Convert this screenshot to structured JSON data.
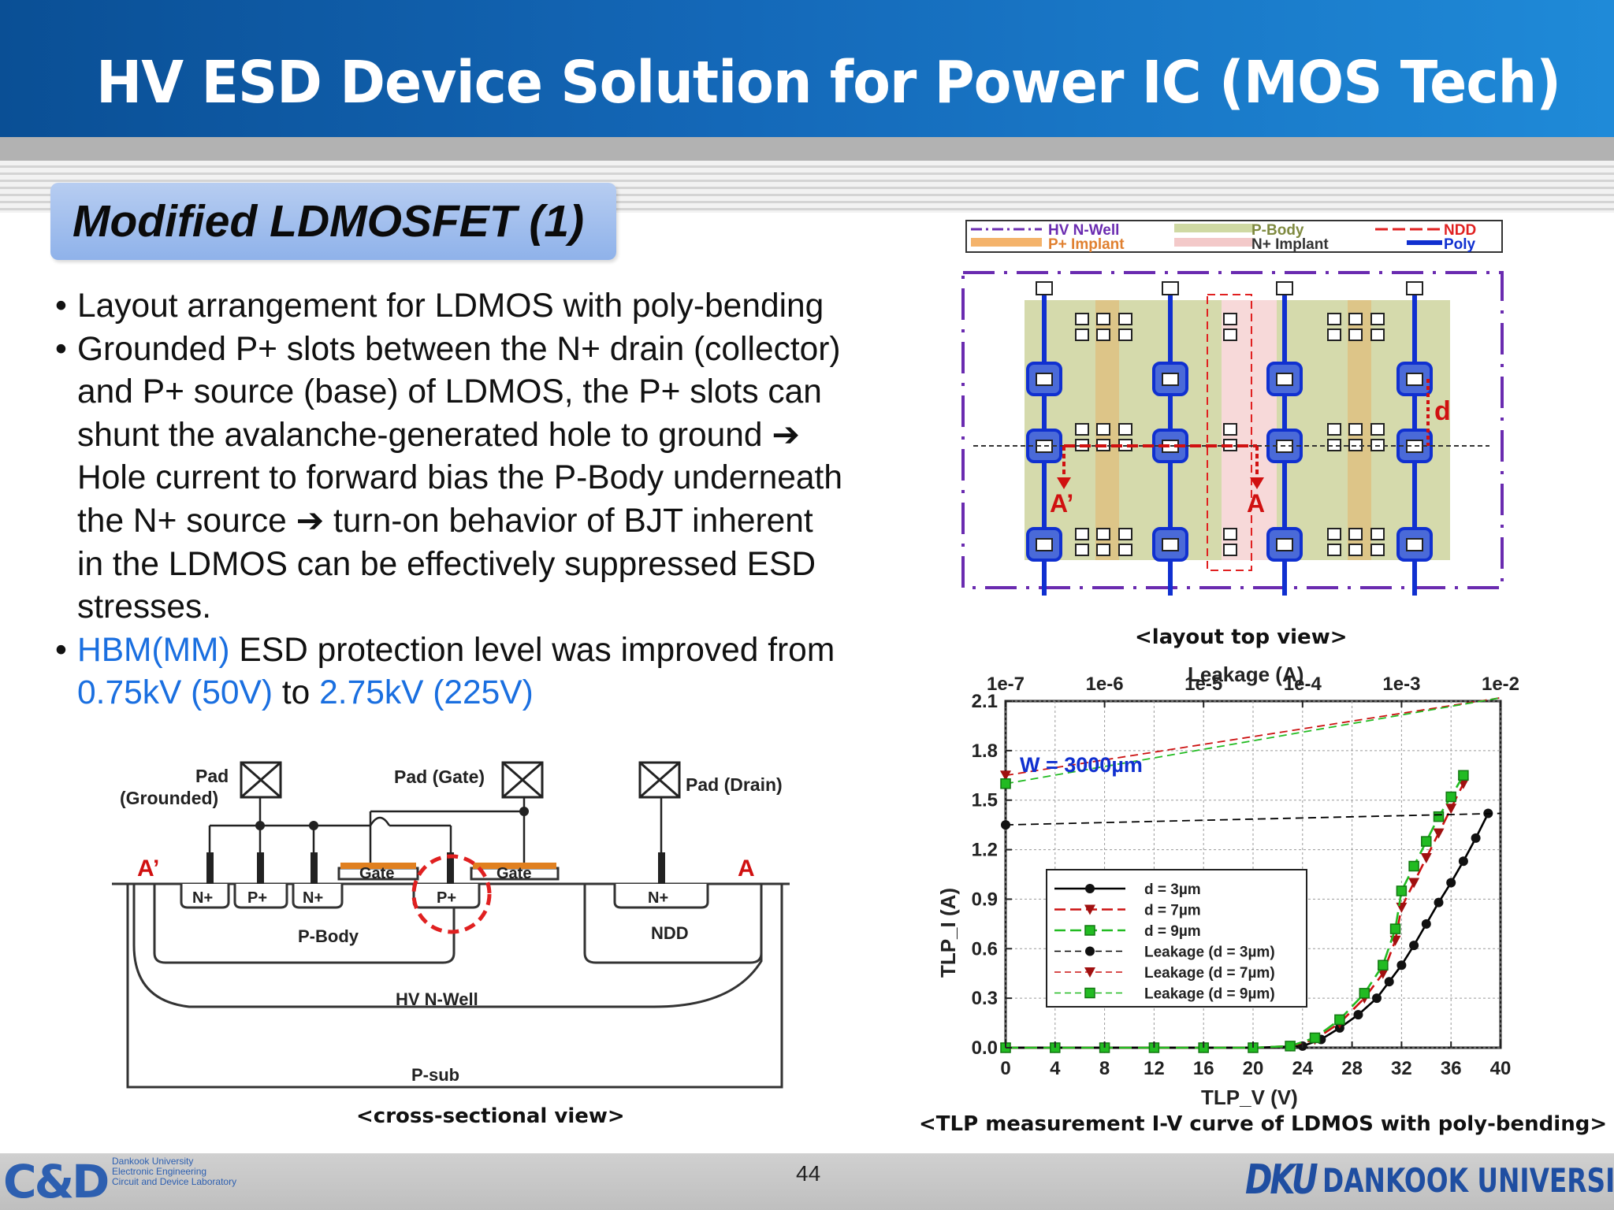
{
  "header": {
    "title": "HV ESD Device Solution for Power IC (MOS Tech)"
  },
  "section": {
    "subtitle": "Modified LDMOSFET (1)"
  },
  "bullets": {
    "b1": "Layout arrangement for LDMOS with poly-bending",
    "b2_lines": [
      "Grounded P+ slots between the N+ drain (collector)",
      "and P+ source (base) of LDMOS, the P+ slots can",
      "shunt the avalanche-generated hole to ground ➔",
      "Hole current to forward bias the P-Body underneath",
      "the N+ source ➔ turn-on behavior of BJT inherent",
      "in the LDMOS can be effectively suppressed ESD",
      "stresses."
    ],
    "b3_hbm": "HBM(MM)",
    "b3_text": " ESD protection level was improved from",
    "b3_from": "0.75kV (50V)",
    "b3_to_word": " to ",
    "b3_to": "2.75kV (225V)"
  },
  "layout_fig": {
    "legend": {
      "hv_nwell": "HV N-Well",
      "p_body": "P-Body",
      "ndd": "NDD",
      "p_implant": "P+ Implant",
      "n_implant": "N+ Implant",
      "poly": "Poly"
    },
    "label_a": "A",
    "label_a_prime": "A’",
    "label_d": "d",
    "caption": "<layout top view>"
  },
  "cross_fig": {
    "pad_grounded": "Pad",
    "pad_grounded_sub": "(Grounded)",
    "pad_gate": "Pad (Gate)",
    "pad_drain": "Pad (Drain)",
    "a_prime": "A’",
    "a": "A",
    "n_plus": "N+",
    "p_plus": "P+",
    "gate": "Gate",
    "p_body": "P-Body",
    "ndd": "NDD",
    "hv_nwell": "HV N-Well",
    "p_sub": "P-sub",
    "caption": "<cross-sectional view>"
  },
  "chart_data": {
    "type": "line",
    "title": "",
    "xlabel": "TLP_V (V)",
    "ylabel": "TLP_I (A)",
    "x2label": "Leakage (A)",
    "annotation": "W = 3000µm",
    "xlim": [
      0,
      40
    ],
    "ylim": [
      0,
      2.1
    ],
    "x_ticks": [
      0,
      4,
      8,
      12,
      16,
      20,
      24,
      28,
      32,
      36,
      40
    ],
    "y_ticks": [
      0.0,
      0.3,
      0.6,
      0.9,
      1.2,
      1.5,
      1.8,
      2.1
    ],
    "y_tick_labels": [
      "0.0",
      "0.3",
      "0.6",
      "0.9",
      "1.2",
      "1.5",
      "1.8",
      "2.1"
    ],
    "x2_ticks": [
      "1e-7",
      "1e-6",
      "1e-5",
      "1e-4",
      "1e-3",
      "1e-2"
    ],
    "x2_scale": "log",
    "grid": true,
    "legend_position": "center",
    "series": [
      {
        "name": "d = 3µm",
        "color": "#000000",
        "style": "solid",
        "marker": "circle",
        "x": [
          0,
          4,
          8,
          12,
          16,
          20,
          24,
          25.5,
          27,
          28.5,
          30,
          31,
          32,
          33,
          34,
          35,
          36,
          37,
          38,
          39
        ],
        "y": [
          0,
          0,
          0,
          0,
          0,
          0,
          0.01,
          0.05,
          0.12,
          0.2,
          0.3,
          0.4,
          0.5,
          0.62,
          0.75,
          0.88,
          1.0,
          1.13,
          1.27,
          1.42
        ]
      },
      {
        "name": "d = 7µm",
        "color": "#cc1111",
        "style": "dashed",
        "marker": "triangle",
        "x": [
          0,
          4,
          8,
          12,
          16,
          20,
          23,
          25,
          27,
          29,
          30.5,
          31.5,
          32,
          33,
          34,
          35,
          36,
          37
        ],
        "y": [
          0,
          0,
          0,
          0,
          0,
          0,
          0.01,
          0.05,
          0.15,
          0.3,
          0.45,
          0.65,
          0.85,
          1.0,
          1.15,
          1.3,
          1.45,
          1.6
        ]
      },
      {
        "name": "d = 9µm",
        "color": "#22bb22",
        "style": "dashed",
        "marker": "square",
        "x": [
          0,
          4,
          8,
          12,
          16,
          20,
          23,
          25,
          27,
          29,
          30.5,
          31.5,
          32,
          33,
          34,
          35,
          36,
          37
        ],
        "y": [
          0,
          0,
          0,
          0,
          0,
          0,
          0.01,
          0.06,
          0.17,
          0.33,
          0.5,
          0.72,
          0.95,
          1.1,
          1.25,
          1.4,
          1.52,
          1.65
        ]
      },
      {
        "name": "Leakage (d = 3µm)",
        "color": "#000000",
        "style": "dashed",
        "marker": "circle",
        "leak_x": [
          "1e-7",
          "1e-2"
        ],
        "y": [
          1.35,
          1.42
        ]
      },
      {
        "name": "Leakage (d = 7µm)",
        "color": "#cc1111",
        "style": "dashed",
        "marker": "triangle",
        "leak_x": [
          "1e-7",
          "1e-2"
        ],
        "y": [
          1.65,
          2.12
        ]
      },
      {
        "name": "Leakage (d = 9µm)",
        "color": "#22bb22",
        "style": "dashed",
        "marker": "square",
        "leak_x": [
          "1e-7",
          "1e-2"
        ],
        "y": [
          1.6,
          2.12
        ]
      }
    ],
    "caption": "<TLP measurement I-V curve of LDMOS with poly-bending>"
  },
  "footer": {
    "page_number": "44",
    "lab_logo": "C&D",
    "lab_lines": [
      "Dankook University",
      "Electronic Engineering",
      "Circuit and Device Laboratory"
    ],
    "univ_logo": "DKU",
    "univ_name": "DANKOOK UNIVERSITY"
  },
  "colors": {
    "header_blue": "#1468b8",
    "text_blue": "#1a6fe0",
    "red": "#cc1111",
    "green": "#22bb22"
  }
}
